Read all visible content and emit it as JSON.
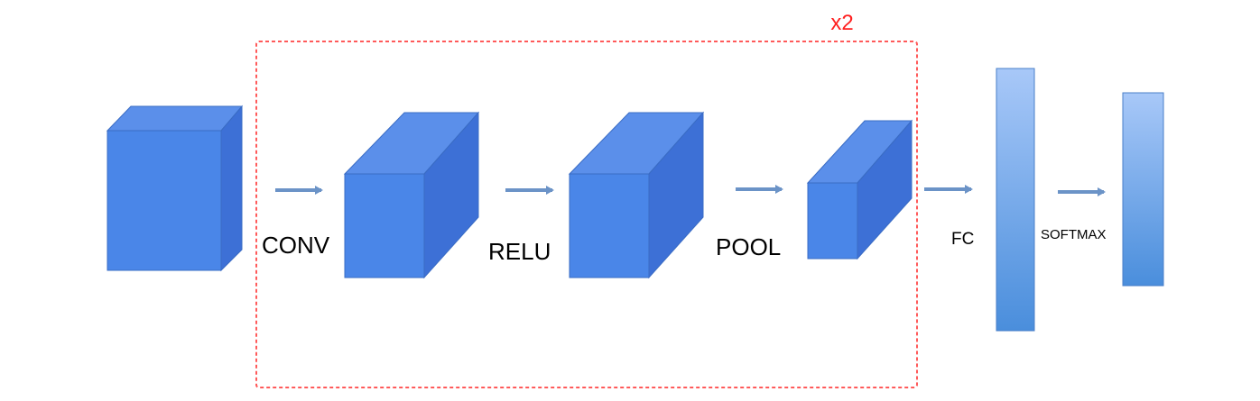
{
  "labels": {
    "conv": "CONV",
    "relu": "RELU",
    "pool": "POOL",
    "fc": "FC",
    "softmax": "SOFTMAX",
    "repeat": "x2"
  },
  "colors": {
    "cube_front": "#4a86e8",
    "cube_top": "#5b8fea",
    "cube_side": "#3d70d6",
    "cube_edge": "#3a6cc4",
    "arrow": "#6b93c7",
    "repeat_box": "#ff5a5a",
    "repeat_label": "#ff2020",
    "vector_top": "#a8c8f8",
    "vector_bottom": "#4a8edc"
  }
}
